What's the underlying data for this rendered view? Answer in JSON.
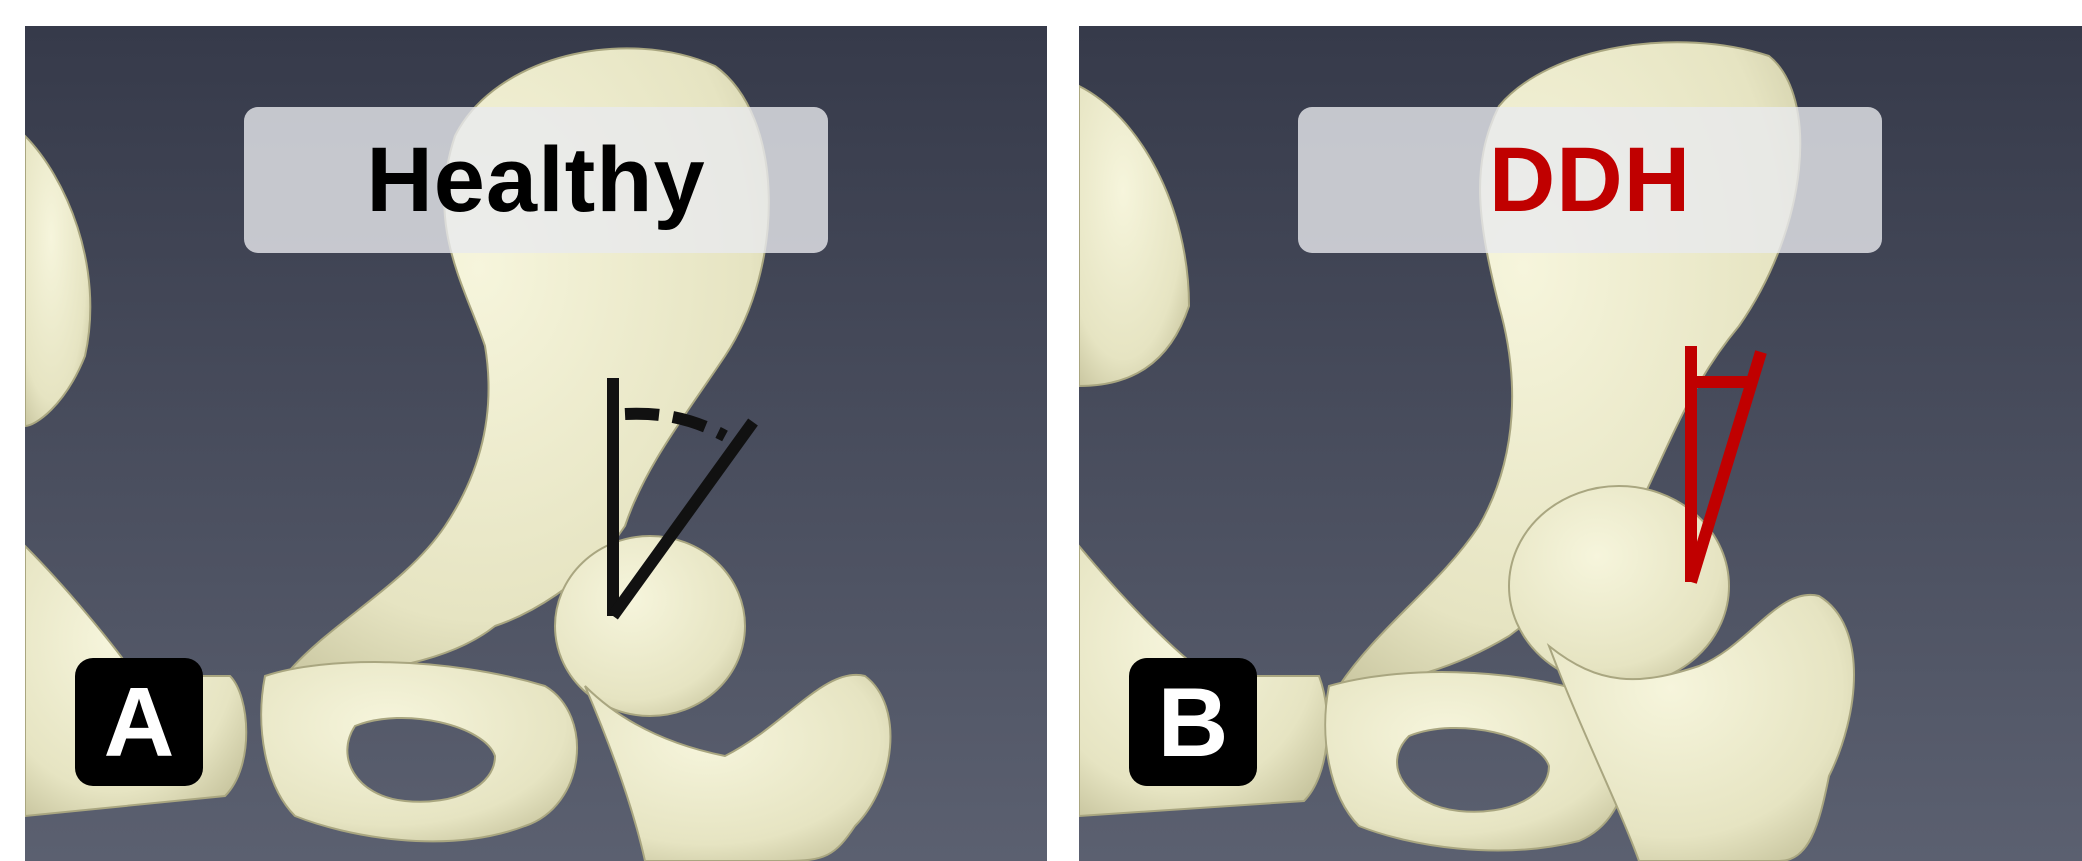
{
  "panels": [
    {
      "id": "A",
      "title": "Healthy",
      "title_color": "#000000",
      "badge": "A",
      "angle_marker_color": "#111111"
    },
    {
      "id": "B",
      "title": "DDH",
      "title_color": "#c00000",
      "badge": "B",
      "angle_marker_color": "#c00000"
    }
  ],
  "colors": {
    "background_top": "#363a4a",
    "background_bottom": "#5b6070",
    "bone": "#ecebcb",
    "bone_shadow": "#b9b68f"
  }
}
